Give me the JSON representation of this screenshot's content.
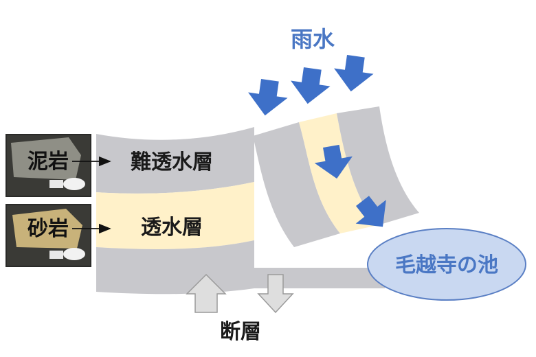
{
  "labels": {
    "rain": "雨水",
    "impermeable_layer": "難透水層",
    "permeable_layer": "透水層",
    "fault": "断層",
    "pond": "毛越寺の池"
  },
  "photos": [
    {
      "label": "泥岩",
      "tone": "#8f8f86"
    },
    {
      "label": "砂岩",
      "tone": "#c8b27a"
    }
  ],
  "colors": {
    "layer_gray": "#c8c8cc",
    "layer_cream": "#fff1c9",
    "arrow_blue": "#3e70c8",
    "pond_fill": "#c9d8f1",
    "pond_stroke": "#5a7fc4",
    "fault_arrow": "#dedede"
  }
}
